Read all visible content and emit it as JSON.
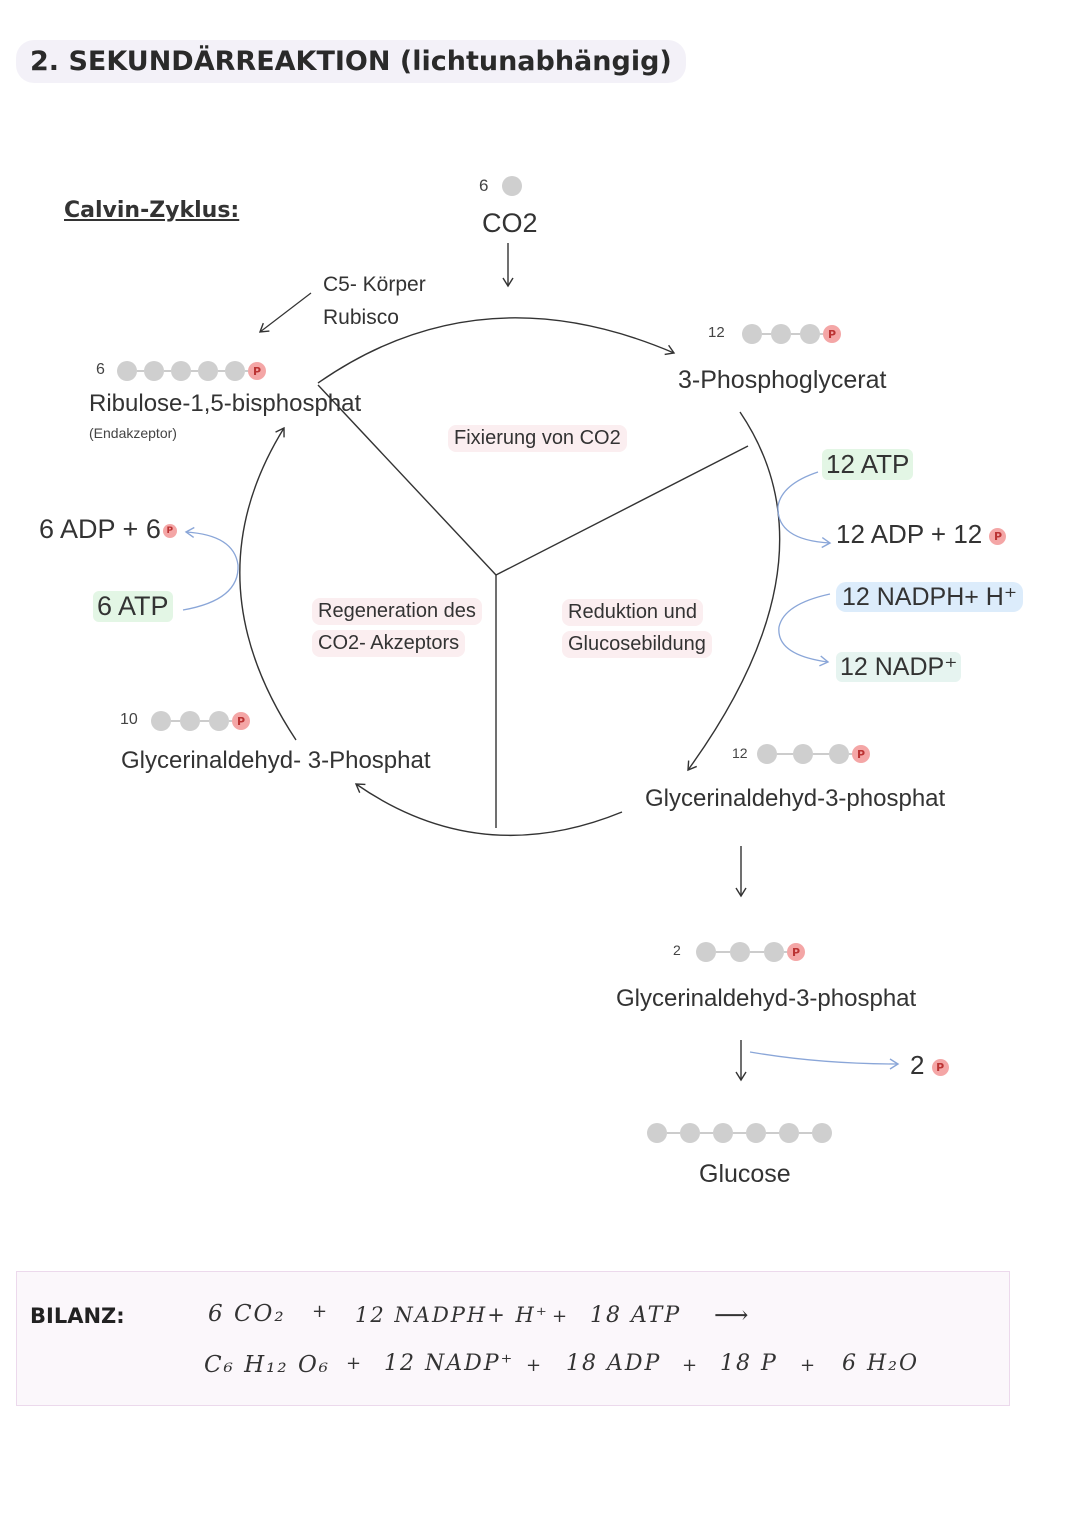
{
  "heading": "2. SEKUNDÄRREAKTION (lichtunabhängig)",
  "subheading": "Calvin-Zyklus:",
  "co2_top": {
    "count": "6",
    "label": "CO2"
  },
  "c5_note": {
    "line1": "C5- Körper",
    "line2": "Rubisco"
  },
  "ribulose": {
    "count": "6",
    "label": "Ribulose-1,5-bisphosphat",
    "note": "(Endakzeptor)"
  },
  "phosphoglycerat": {
    "count": "12",
    "label": "3-Phosphoglycerat"
  },
  "phase_fixierung": "Fixierung von CO2",
  "phase_regeneration": {
    "line1": "Regeneration des",
    "line2": "CO2- Akzeptors"
  },
  "phase_reduktion": {
    "line1": "Reduktion und",
    "line2": "Glucosebildung"
  },
  "left_inputs": {
    "adp": "6 ADP + 6",
    "atp": "6 ATP"
  },
  "right_inputs": {
    "atp": "12 ATP",
    "adp": "12 ADP + 12",
    "nadph": "12 NADPH+ H⁺",
    "nadp": "12 NADP⁺"
  },
  "g3p_left": {
    "count": "10",
    "label": "Glycerinaldehyd- 3-Phosphat"
  },
  "g3p_right": {
    "count": "12",
    "label": "Glycerinaldehyd-3-phosphat"
  },
  "g3p_bottom": {
    "count": "2",
    "label": "Glycerinaldehyd-3-phosphat"
  },
  "phosphate_out": "2",
  "phosphate_symbol": "P",
  "glucose": "Glucose",
  "bilanz": {
    "label": "BILANZ:",
    "line1": {
      "co2": "6 CO₂",
      "plus1": "+",
      "nadph": "12 NADPH+ H⁺",
      "plus2": "+",
      "atp": "18 ATP",
      "arrow": "⟶"
    },
    "line2": {
      "glucose": "C₆ H₁₂ O₆",
      "plus1": "+",
      "nadp": "12 NADP⁺",
      "plus2": "+",
      "adp": "18 ADP",
      "plus3": "+",
      "p": "18 P",
      "plus4": "+",
      "water": "6 H₂O"
    }
  },
  "colors": {
    "carbon": "#cfcfcf",
    "phosphate": "#f4a6a6",
    "atp_highlight": "#e3f6e5",
    "nadph_highlight": "#dcecfb",
    "phase_highlight": "#fbeef0",
    "arrow_blue": "#8aa6d8"
  }
}
